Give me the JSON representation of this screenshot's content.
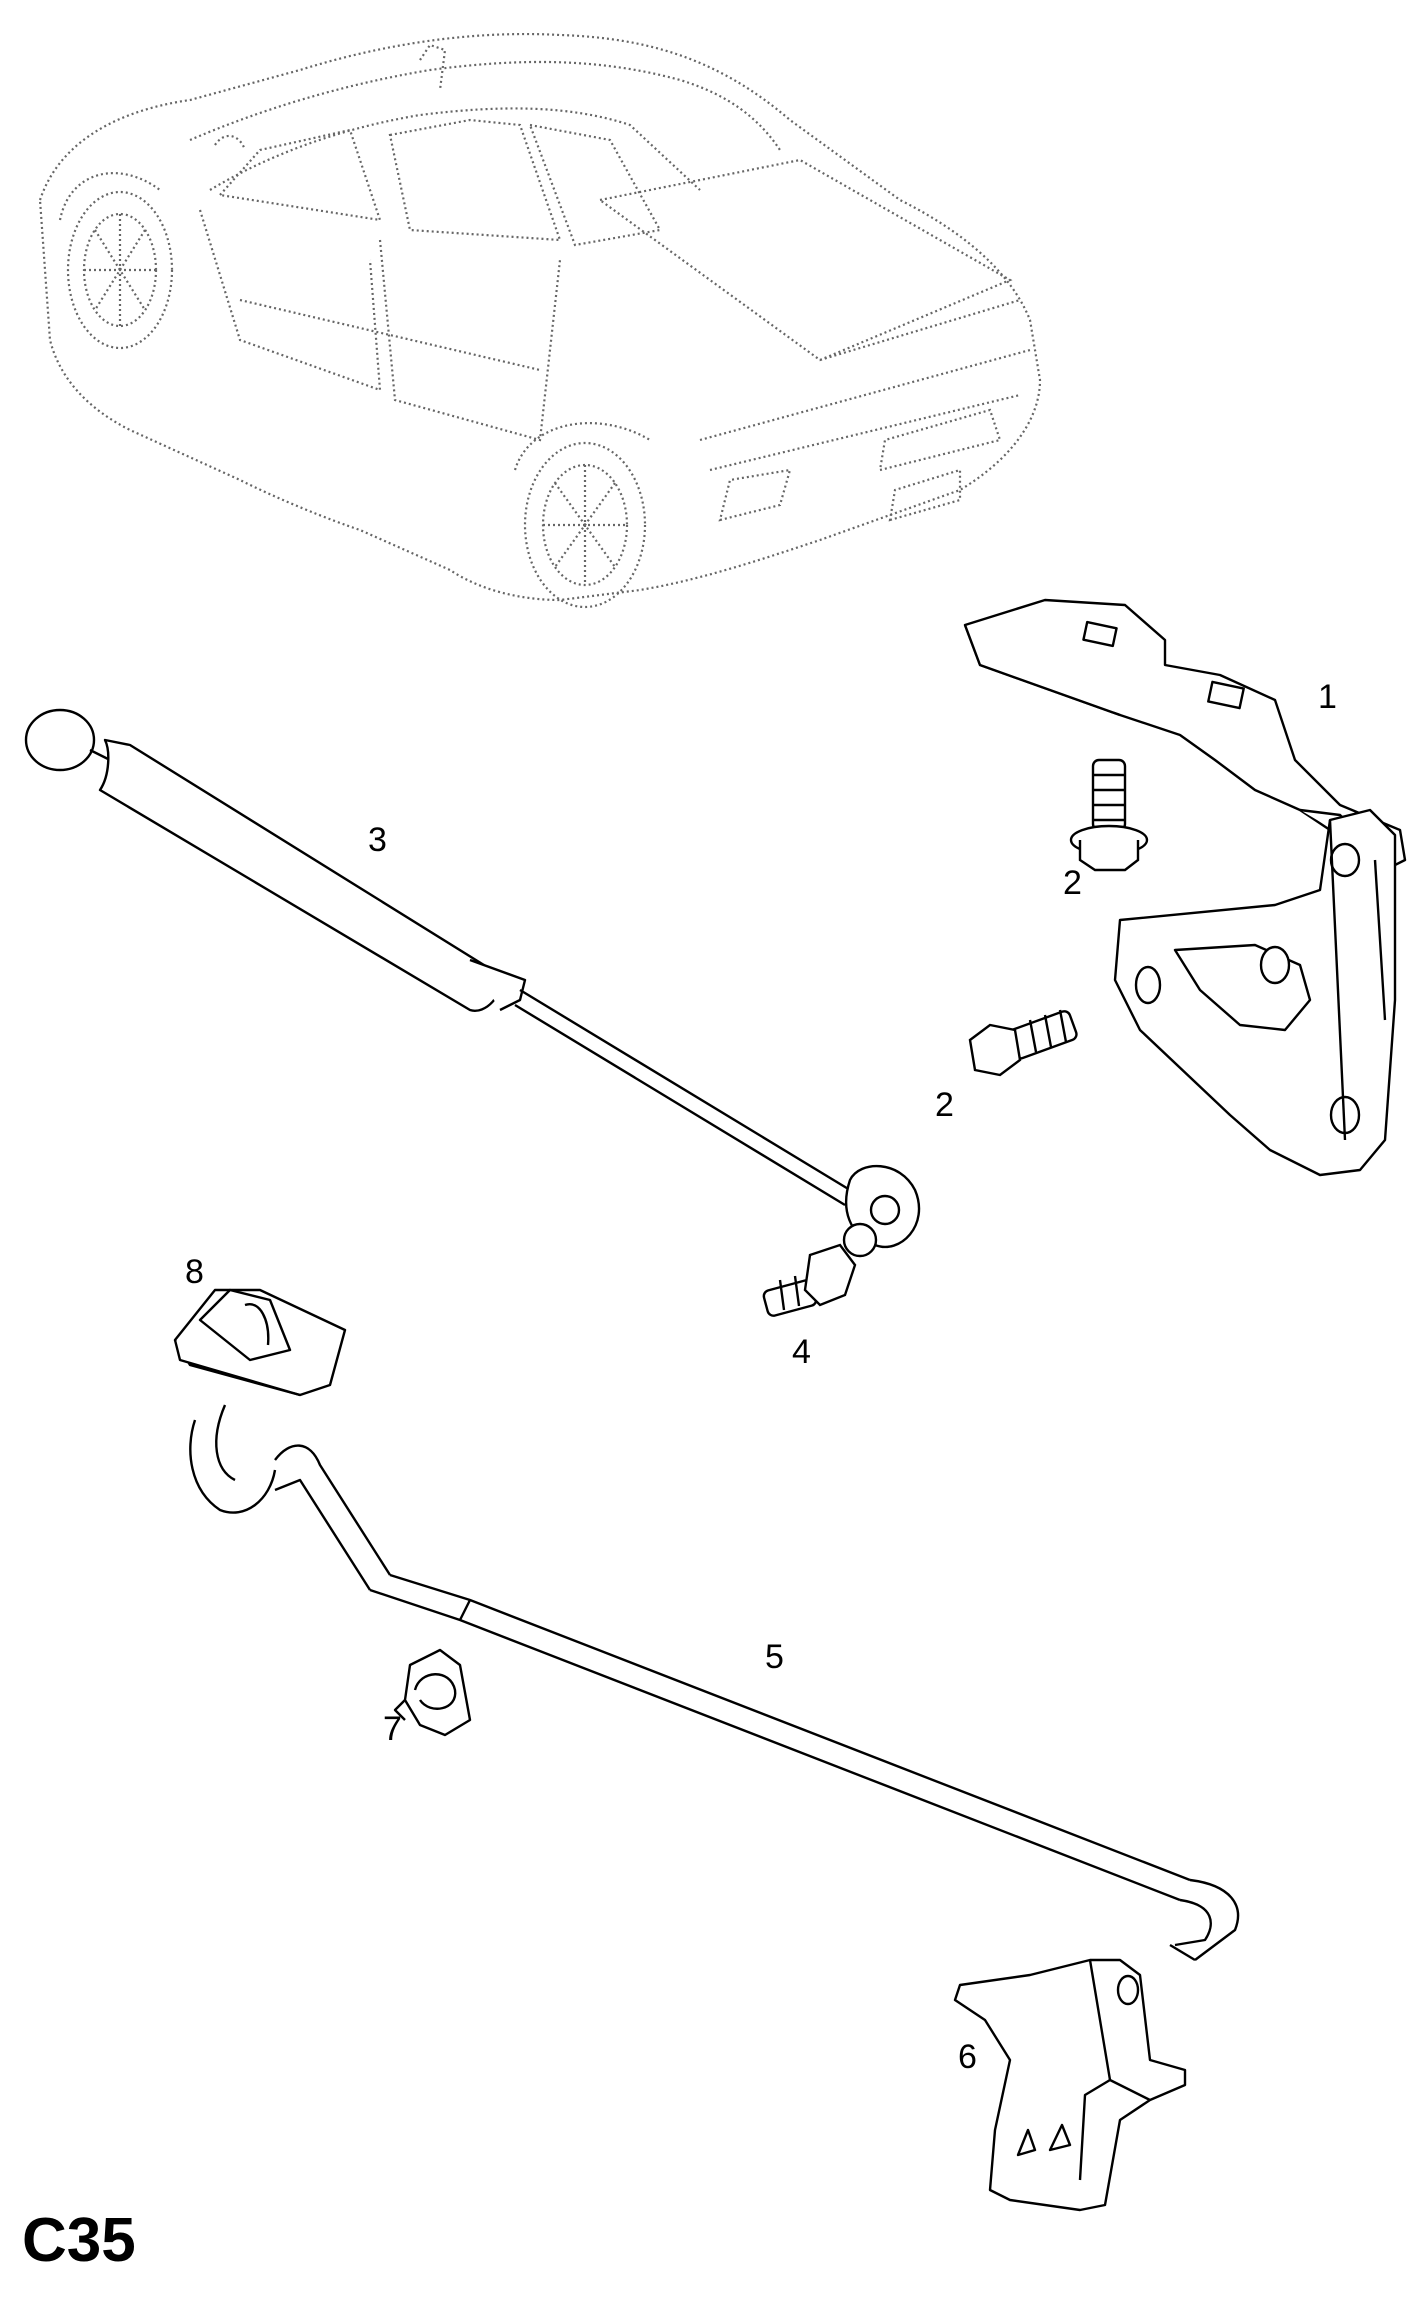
{
  "diagram": {
    "page_code": "C35",
    "callouts": [
      "1",
      "2",
      "2",
      "3",
      "4",
      "5",
      "6",
      "7",
      "8"
    ],
    "line_color": "#000000",
    "car_outline_color": "#666666",
    "background": "#ffffff"
  }
}
